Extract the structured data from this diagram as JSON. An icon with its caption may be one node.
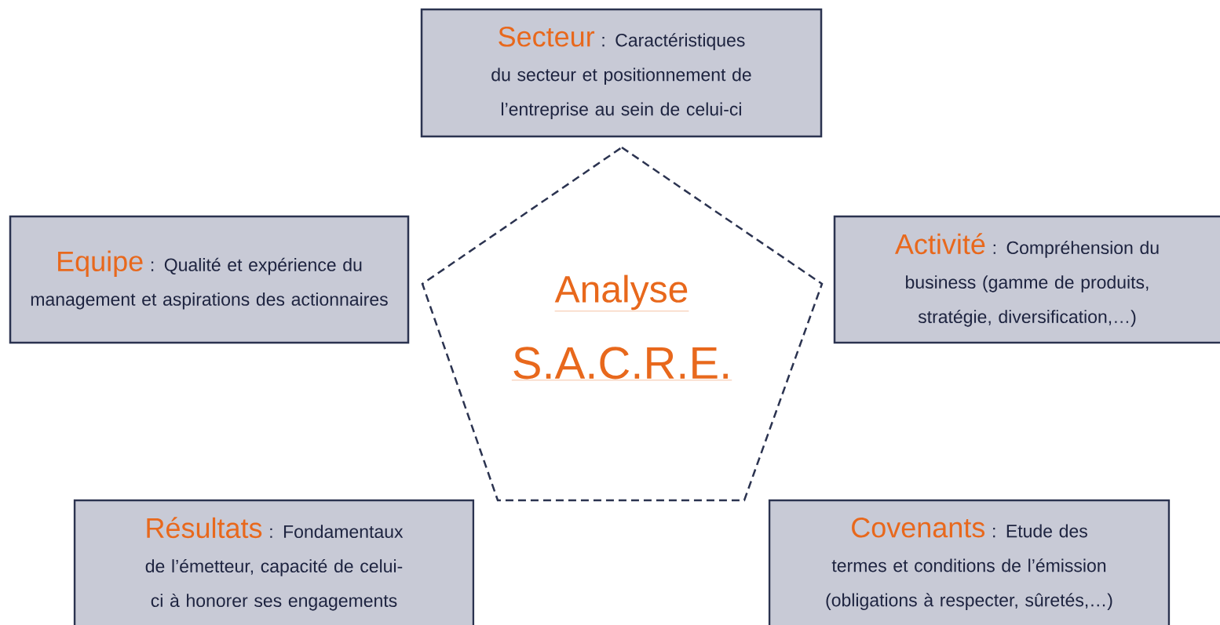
{
  "diagram": {
    "nodes": [
      {
        "text": [
          "Secteur",
          ": Caractéristiques du secteur et positionnement de l’entreprise au sein de celui-ci"
        ]
      },
      {
        "text": [
          "Equipe",
          ": Qualité et expérience du management et aspirations des actionnaires"
        ]
      },
      {
        "text": [
          "Activité",
          ": Compréhension du business (gamme de produits, stratégie, diversification,…)"
        ]
      },
      {
        "text": [
          "Analyse",
          "S.A.C.R.E."
        ]
      },
      {
        "text": [
          "Résultats",
          ": Fondamentaux de l’émetteur, capacité de celui-ci à honorer ses engagements"
        ]
      },
      {
        "text": [
          "Covenants",
          ": Etude des termes et conditions de l’émission (obligations à respecter, sûretés,…)"
        ]
      }
    ]
  }
}
